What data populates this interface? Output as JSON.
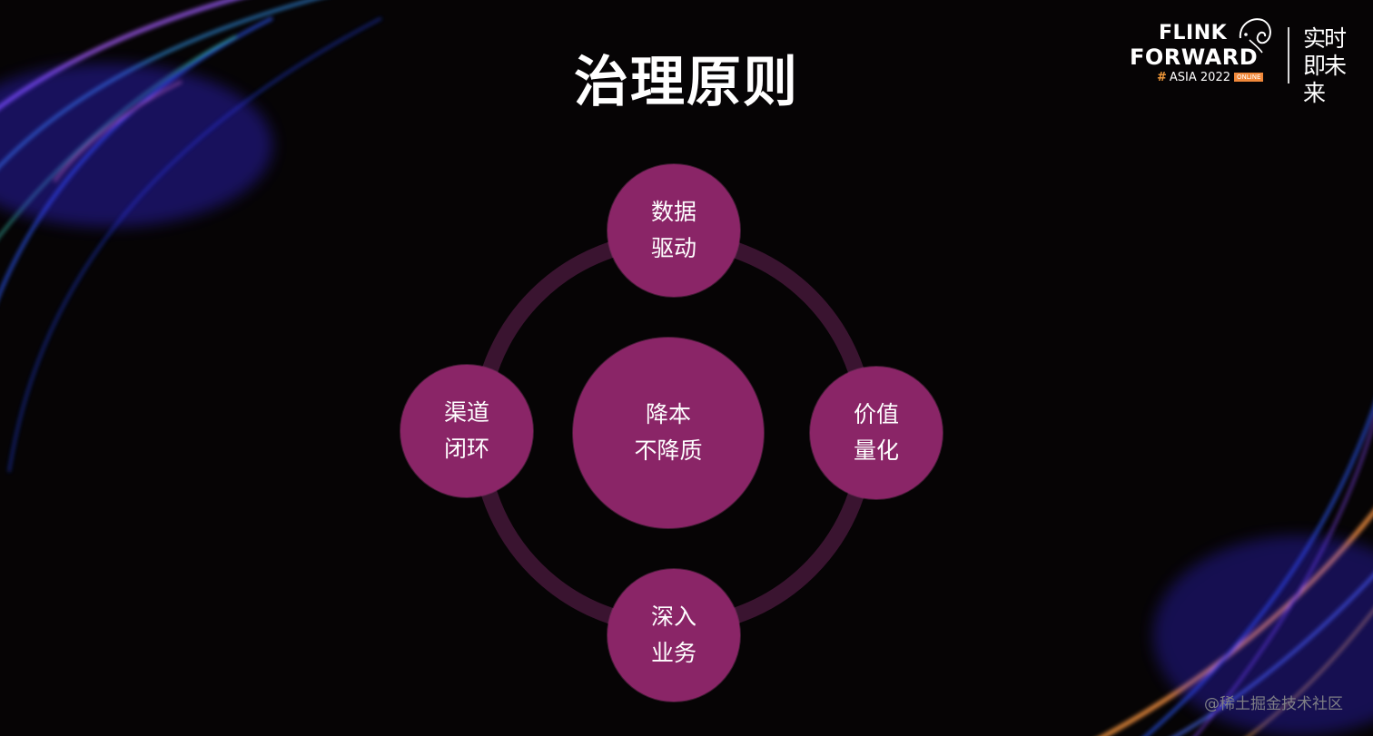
{
  "slide": {
    "title": "治理原则"
  },
  "logo": {
    "line1": "FLINK",
    "line2": "FORWARD",
    "hash": "#",
    "event": "ASIA 2022",
    "badge": "ONLINE",
    "slogan": "实时即未来"
  },
  "diagram": {
    "center": {
      "line1": "降本",
      "line2": "不降质"
    },
    "nodes": {
      "top": {
        "line1": "数据",
        "line2": "驱动"
      },
      "right": {
        "line1": "价值",
        "line2": "量化"
      },
      "bottom": {
        "line1": "深入",
        "line2": "业务"
      },
      "left": {
        "line1": "渠道",
        "line2": "闭环"
      }
    },
    "colors": {
      "node_fill": "#8a2567",
      "ring": "#3a1430"
    }
  },
  "watermark": {
    "text": "@稀土掘金技术社区"
  }
}
